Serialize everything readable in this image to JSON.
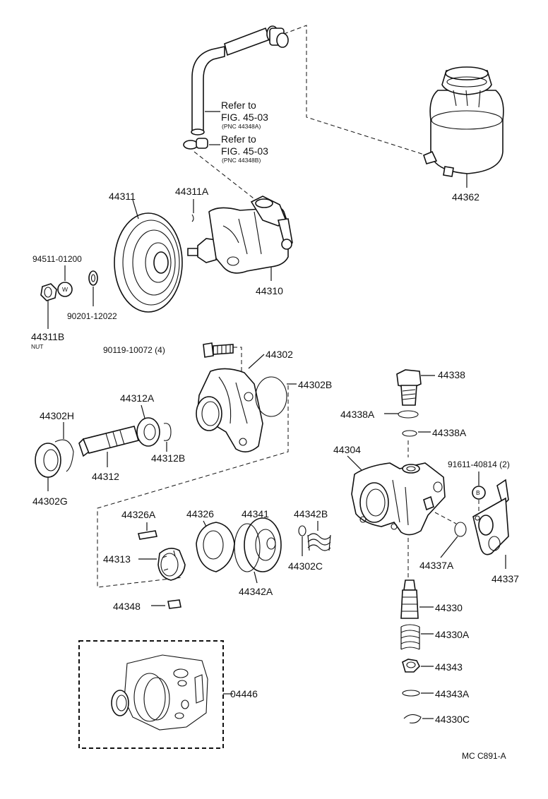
{
  "refs": {
    "ref1_line1": "Refer to",
    "ref1_line2": "FIG. 45-03",
    "ref1_line3": "(PNC 44348A)",
    "ref2_line1": "Refer to",
    "ref2_line2": "FIG. 45-03",
    "ref2_line3": "(PNC 44348B)"
  },
  "labels": {
    "p44362": "44362",
    "p44311": "44311",
    "p44311A": "44311A",
    "p44310": "44310",
    "p94511": "94511-01200",
    "p90201": "90201-12022",
    "p44311B": "44311B",
    "nut": "NUT",
    "w_mark": "W",
    "p90119": "90119-10072 (4)",
    "p44302": "44302",
    "p44302B": "44302B",
    "p44338": "44338",
    "p44338A_1": "44338A",
    "p44338A_2": "44338A",
    "p44302H": "44302H",
    "p44312A": "44312A",
    "p44312": "44312",
    "p44312B": "44312B",
    "p44302G": "44302G",
    "p44304": "44304",
    "p91611": "91611-40814 (2)",
    "b_mark": "B",
    "p44326A": "44326A",
    "p44326": "44326",
    "p44341": "44341",
    "p44342B": "44342B",
    "p44313": "44313",
    "p44302C": "44302C",
    "p44342A": "44342A",
    "p44337A": "44337A",
    "p44337": "44337",
    "p44348": "44348",
    "p44330": "44330",
    "p44330A": "44330A",
    "p44343": "44343",
    "p04446": "04446",
    "p44343A": "44343A",
    "p44330C": "44330C"
  },
  "footer": {
    "code": "MC  C891-A"
  }
}
